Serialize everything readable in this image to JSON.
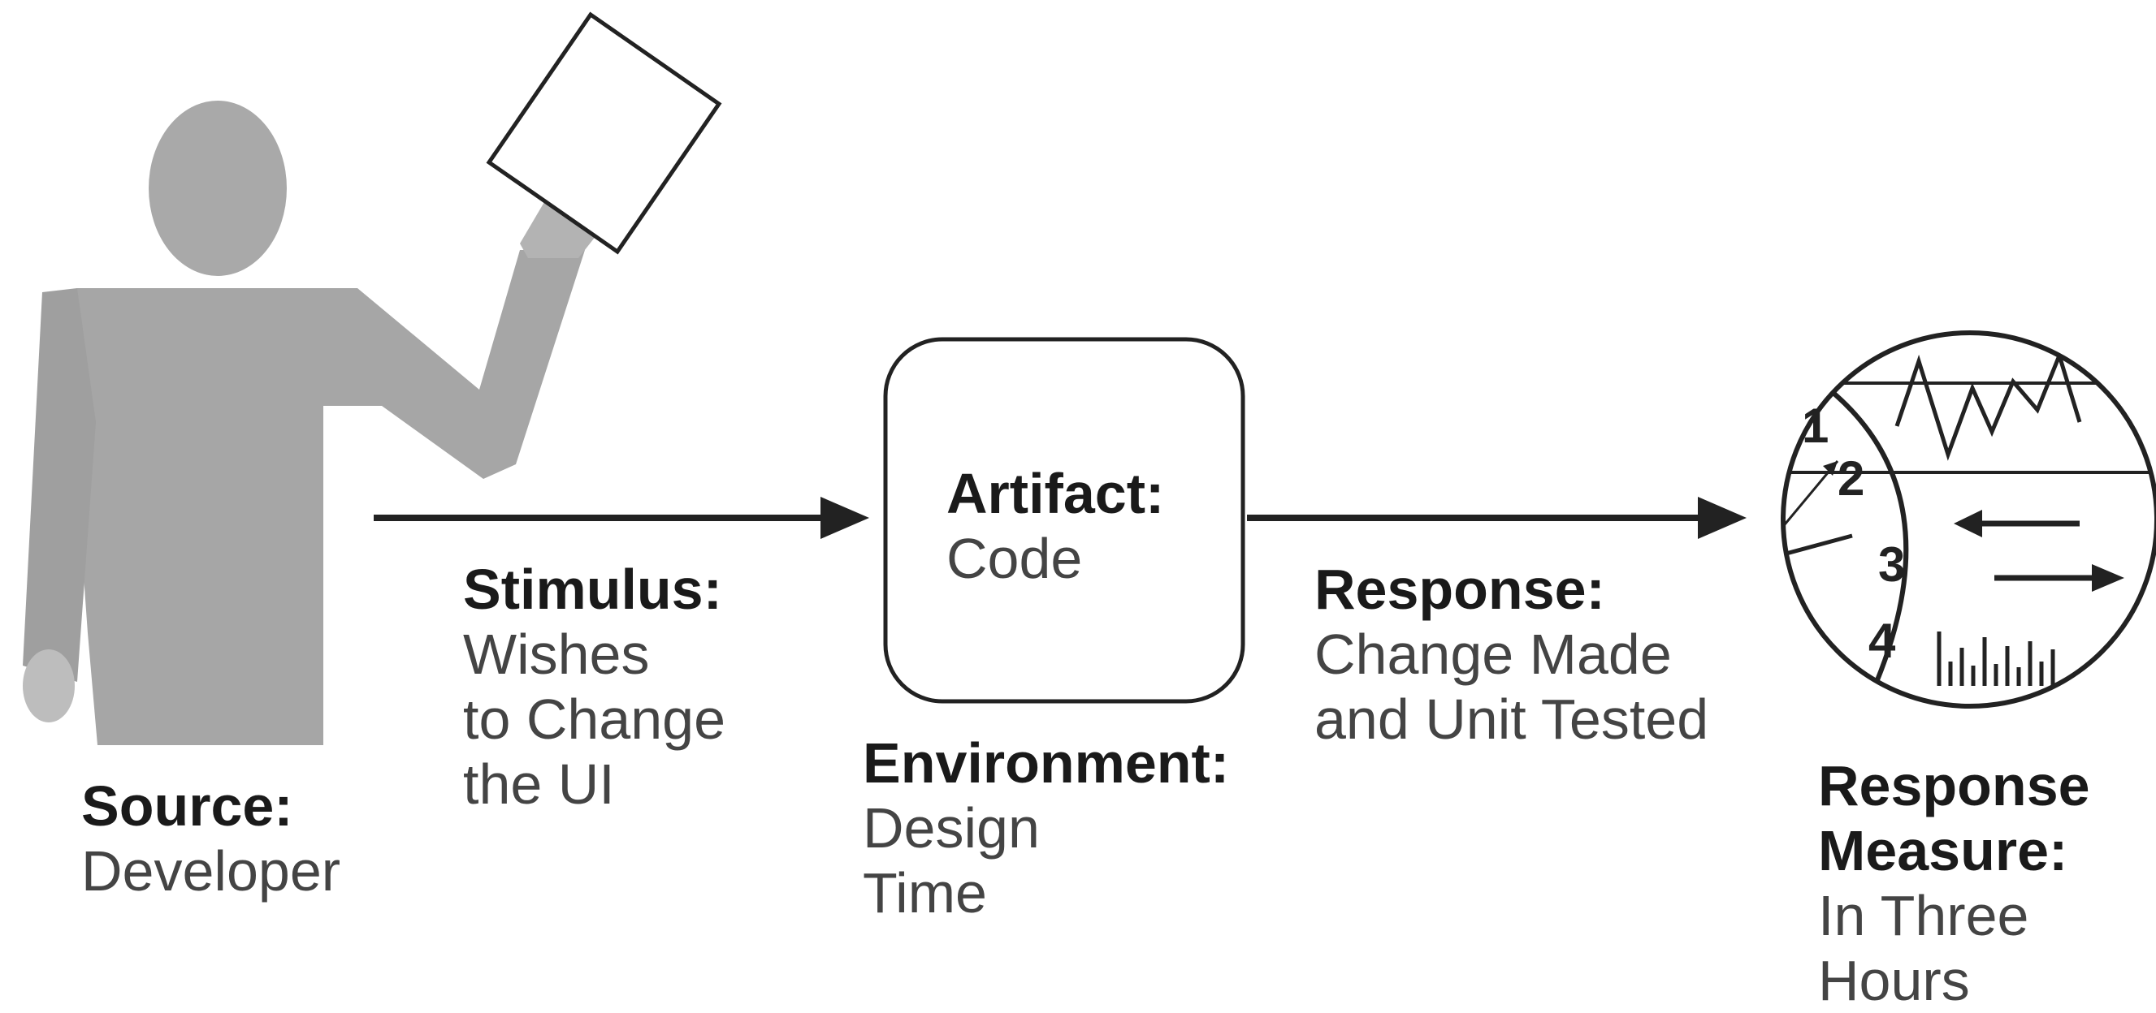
{
  "source": {
    "heading": "Source:",
    "lines": [
      "Developer"
    ]
  },
  "stimulus": {
    "heading": "Stimulus:",
    "lines": [
      "Wishes",
      "to Change",
      "the UI"
    ]
  },
  "artifact": {
    "heading": "Artifact:",
    "lines": [
      "Code"
    ]
  },
  "environment": {
    "heading": "Environment:",
    "lines": [
      "Design",
      "Time"
    ]
  },
  "response": {
    "heading": "Response:",
    "lines": [
      "Change Made",
      "and Unit Tested"
    ]
  },
  "response_measure": {
    "heading_lines": [
      "Response",
      "Measure:"
    ],
    "lines": [
      "In Three",
      "Hours"
    ]
  },
  "gauge": {
    "numbers": [
      "1",
      "2",
      "3",
      "4"
    ]
  },
  "colors": {
    "figure": "#a6a6a6",
    "figure_dark": "#9a9a9a",
    "stroke": "#222222",
    "text_head": "#1a1a1a",
    "text_body": "#444444"
  },
  "icons": [
    "person-figure",
    "paper-sheet-icon",
    "artifact-box",
    "measure-gauge-icon",
    "arrow-right-icon"
  ]
}
